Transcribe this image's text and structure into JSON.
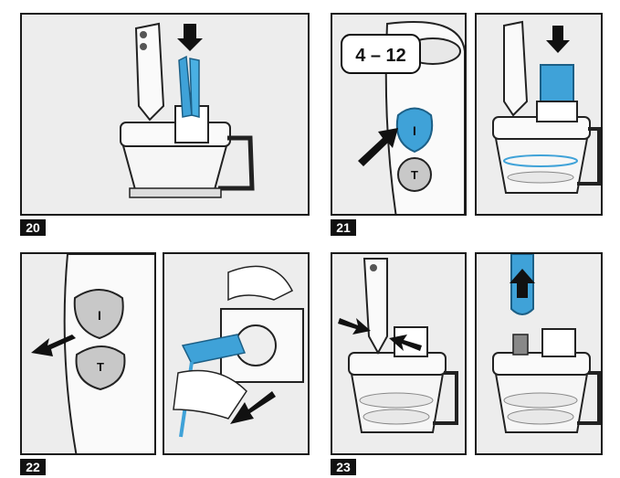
{
  "steps": {
    "s20": "20",
    "s21": "21",
    "s22": "22",
    "s23": "23"
  },
  "speed_range": "4 – 12",
  "button_labels": {
    "speed_button": "I",
    "turbo_button": "T"
  },
  "colors": {
    "accent_blue": "#3fa2d8",
    "panel_bg": "#ededed",
    "ink": "#111111"
  },
  "icons": [
    "down-arrow-icon",
    "push-arrow-icon",
    "up-arrow-icon",
    "plug-icon"
  ]
}
